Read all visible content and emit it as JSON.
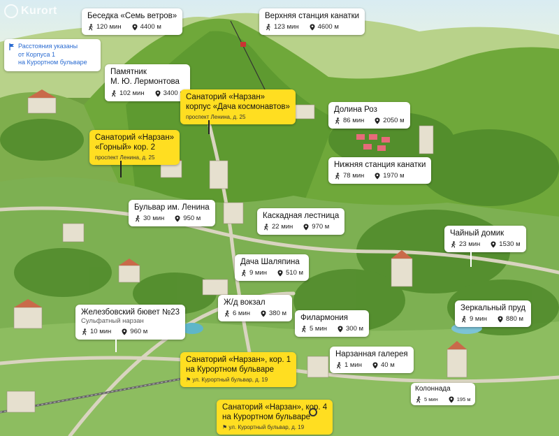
{
  "brand": {
    "logo_text": "Kurort"
  },
  "info_note": {
    "text_lines": [
      "Расстояния указаны",
      "от Корпуса 1",
      "на Курортном бульваре"
    ],
    "color": "#2a6bd1"
  },
  "colors": {
    "highlight": "#ffde21",
    "card": "#ffffff",
    "map_base": "#7aa64a"
  },
  "places": [
    {
      "title": "Беседка «Семь ветров»",
      "walk": "120 мин",
      "dist": "4400 м"
    },
    {
      "title": "Верхняя станция канатки",
      "walk": "123 мин",
      "dist": "4600 м"
    },
    {
      "title_lines": [
        "Памятник",
        "М. Ю. Лермонтова"
      ],
      "walk": "102 мин",
      "dist": "3400 м"
    },
    {
      "title": "Долина Роз",
      "walk": "86 мин",
      "dist": "2050 м"
    },
    {
      "title": "Нижняя станция канатки",
      "walk": "78 мин",
      "dist": "1970 м"
    },
    {
      "title": "Бульвар им. Ленина",
      "walk": "30 мин",
      "dist": "950 м"
    },
    {
      "title": "Каскадная лестница",
      "walk": "22 мин",
      "dist": "970 м"
    },
    {
      "title": "Чайный домик",
      "walk": "23 мин",
      "dist": "1530 м"
    },
    {
      "title": "Дача Шаляпина",
      "walk": "9 мин",
      "dist": "510 м"
    },
    {
      "title": "Ж/д вокзал",
      "walk": "6 мин",
      "dist": "380 м"
    },
    {
      "title": "Зеркальный пруд",
      "walk": "9 мин",
      "dist": "880 м"
    },
    {
      "title": "Железбовский бювет №23",
      "subtitle": "Сульфатный нарзан",
      "walk": "10 мин",
      "dist": "960 м"
    },
    {
      "title": "Филармония",
      "walk": "5 мин",
      "dist": "300 м"
    },
    {
      "title": "Нарзанная галерея",
      "walk": "1 мин",
      "dist": "40 м"
    },
    {
      "title": "Колоннада",
      "walk": "5 мин",
      "dist": "195 м"
    }
  ],
  "sanatoriums": [
    {
      "title_lines": [
        "Санаторий «Нарзан»",
        "корпус «Дача космонавтов»"
      ],
      "address": "проспект Ленина, д. 25"
    },
    {
      "title_lines": [
        "Санаторий «Нарзан»",
        "«Горный» кор. 2"
      ],
      "address": "проспект Ленина, д. 25"
    },
    {
      "title_lines": [
        "Санаторий «Нарзан», кор. 1",
        "на Курортном бульваре"
      ],
      "address": "ул. Курортный бульвар, д. 19"
    },
    {
      "title_lines": [
        "Санаторий «Нарзан», кор. 4",
        "на Курортном бульваре"
      ],
      "address": "ул. Курортный бульвар, д. 19"
    }
  ]
}
